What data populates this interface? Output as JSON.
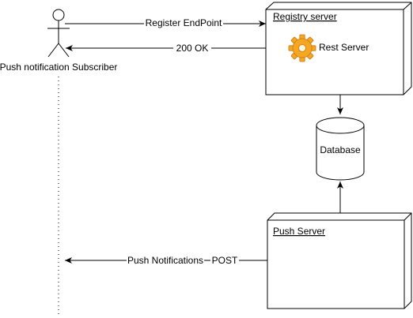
{
  "actor": {
    "label": "Push notification Subscriber"
  },
  "registry": {
    "title": "Registry server"
  },
  "rest_server": {
    "label": "Rest Server",
    "icon": "gear-icon"
  },
  "database": {
    "label": "Database"
  },
  "push_server": {
    "title": "Push Server"
  },
  "messages": {
    "register": "Register EndPoint",
    "ok": "200 OK",
    "push": "Push Notifications",
    "post": "POST"
  },
  "colors": {
    "stroke": "#000000",
    "background": "#ffffff",
    "gear": "#f5a623",
    "gear_dark": "#c87a0e"
  }
}
